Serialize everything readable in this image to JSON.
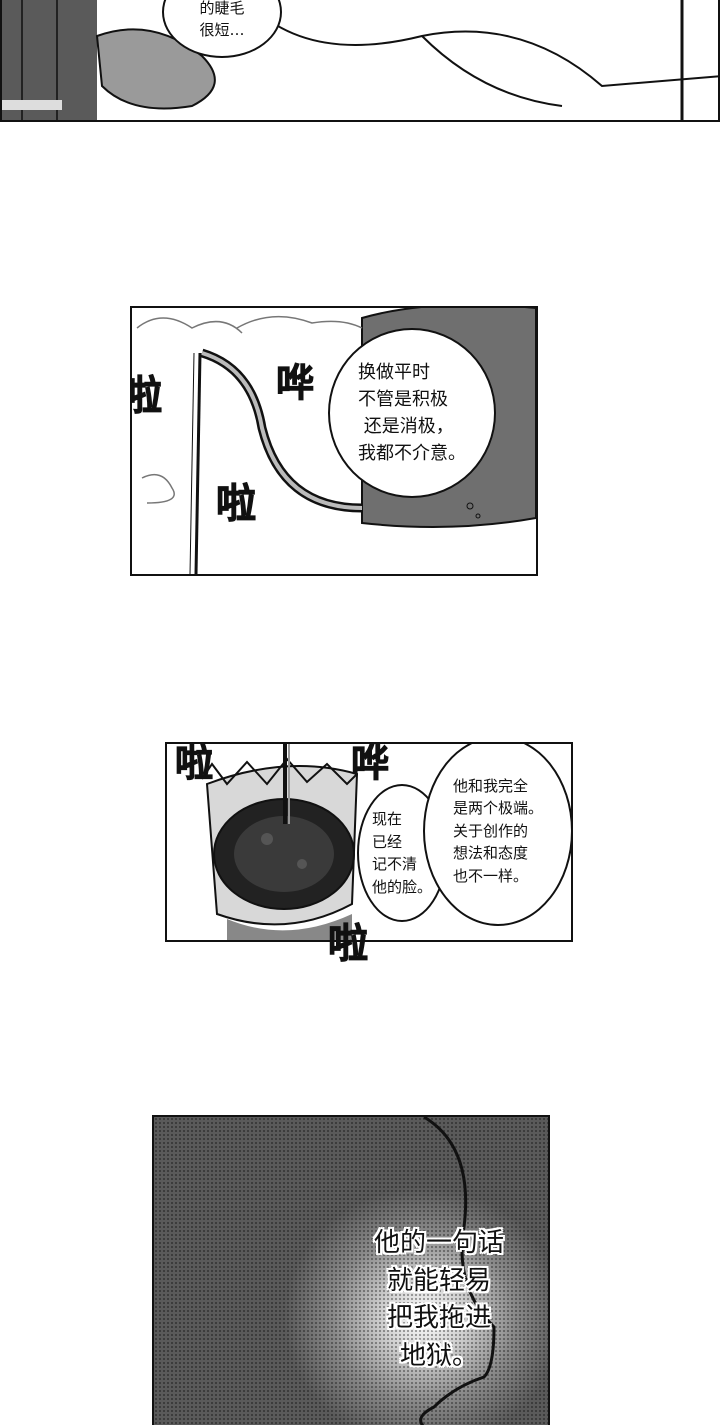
{
  "panel_top": {
    "bubble_lines": "的睫毛\n很短…"
  },
  "panel_kettle": {
    "sfx_left": "啦",
    "sfx_top": "哗",
    "sfx_bottom": "啦",
    "bubble_lines": "换做平时\n不管是积极\n 还是消极，\n我都不介意。"
  },
  "panel_filter": {
    "sfx_left": "啦",
    "sfx_top": "哗",
    "sfx_bottom": "啦",
    "bubble_left_lines": "现在\n已经\n记不清\n他的脸。",
    "bubble_right_lines": "他和我完全\n是两个极端。\n关于创作的\n想法和态度\n也不一样。"
  },
  "panel_dark": {
    "narration_lines": "他的一句话\n就能轻易\n把我拖进\n地狱。"
  }
}
